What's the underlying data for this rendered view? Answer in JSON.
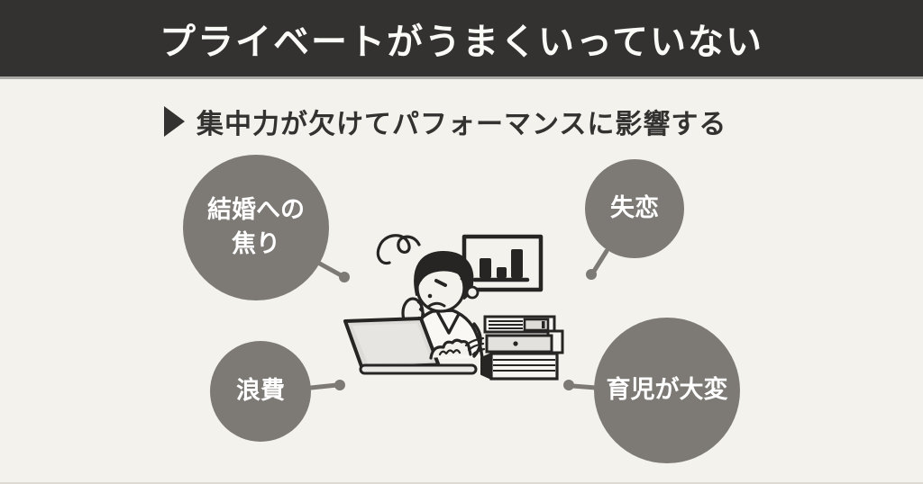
{
  "header": {
    "title": "プライベートがうまくいっていない"
  },
  "subtitle": {
    "marker": "right-triangle",
    "text": "集中力が欠けてパフォーマンスに影響する"
  },
  "bubbles": {
    "marriage": {
      "line1": "結婚への",
      "line2": "焦り"
    },
    "heartbreak": {
      "label": "失恋"
    },
    "waste": {
      "label": "浪費"
    },
    "childcare": {
      "label": "育児が大変"
    }
  },
  "icons": {
    "illustration": "stressed-person-at-laptop",
    "parts": [
      "stress-squiggle-icon",
      "bar-chart-board-icon",
      "laptop-icon",
      "books-stack-icon",
      "worried-person-icon"
    ]
  },
  "colors": {
    "header_bg": "#333231",
    "header_text": "#fafaf7",
    "page_bg": "#f4f2ec",
    "bubble_gray": "#7d7a75",
    "bubble_text": "#ffffff",
    "line_art": "#262524"
  }
}
